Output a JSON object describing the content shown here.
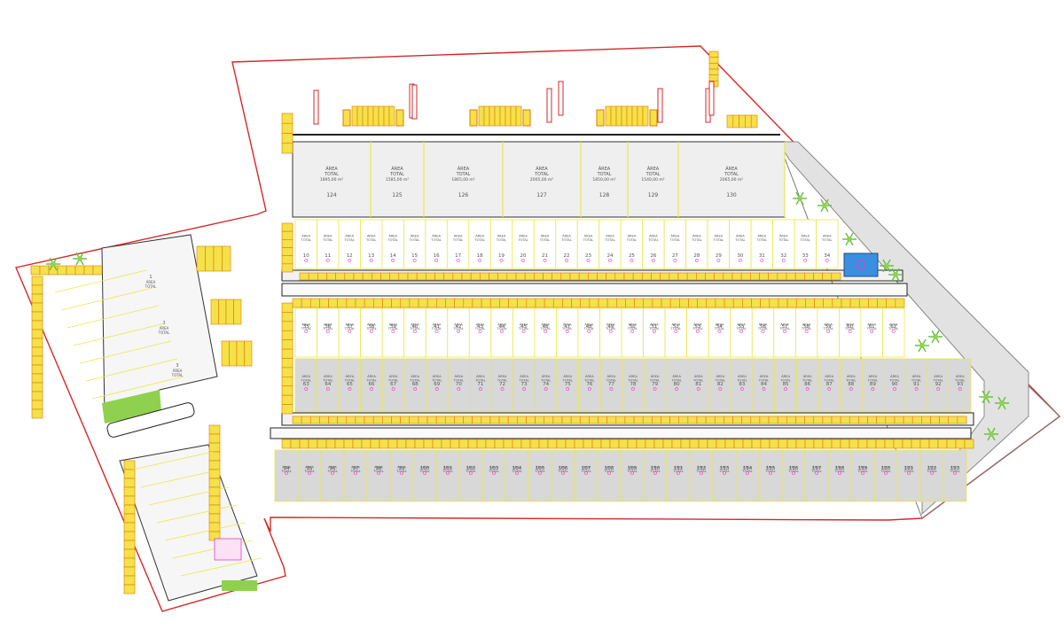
{
  "plan": {
    "area_label": "ÁREA",
    "total_label": "TOTAL",
    "large_units": [
      {
        "number": "124",
        "area": "1895,00 m²"
      },
      {
        "number": "125",
        "area": "1585,00 m²"
      },
      {
        "number": "126",
        "area": "1865,00 m²"
      },
      {
        "number": "127",
        "area": "2005,00 m²"
      },
      {
        "number": "128",
        "area": "1850,00 m²"
      },
      {
        "number": "129",
        "area": "1540,00 m²"
      },
      {
        "number": "130",
        "area": "2065,00 m²"
      }
    ],
    "row_a": [
      "10",
      "11",
      "12",
      "13",
      "14",
      "15",
      "16",
      "17",
      "18",
      "19",
      "20",
      "21",
      "22",
      "23",
      "24",
      "25",
      "26",
      "27",
      "28",
      "29",
      "30",
      "31",
      "32",
      "33",
      "34"
    ],
    "row_b": [
      "35",
      "36",
      "37",
      "38",
      "39",
      "40",
      "41",
      "42",
      "43",
      "44",
      "45",
      "46",
      "47",
      "48",
      "49",
      "50",
      "51",
      "52",
      "53",
      "54",
      "55",
      "56",
      "57",
      "58",
      "59",
      "60",
      "61",
      "62"
    ],
    "row_c": [
      "63",
      "64",
      "65",
      "66",
      "67",
      "68",
      "69",
      "70",
      "71",
      "72",
      "73",
      "74",
      "75",
      "76",
      "77",
      "78",
      "79",
      "80",
      "81",
      "82",
      "83",
      "84",
      "85",
      "86",
      "87",
      "88",
      "89",
      "90",
      "91",
      "92",
      "93"
    ],
    "row_d": [
      "94",
      "95",
      "96",
      "97",
      "98",
      "99",
      "100",
      "101",
      "102",
      "103",
      "104",
      "105",
      "106",
      "107",
      "108",
      "109",
      "110",
      "111",
      "112",
      "113",
      "114",
      "115",
      "116",
      "117",
      "118",
      "119",
      "120",
      "121",
      "122",
      "123"
    ],
    "west_units": [
      "1",
      "2",
      "3"
    ],
    "colors": {
      "boundary": "#d62828",
      "parking": "#f5e14a",
      "parking_stroke": "#e07b00",
      "unit_line": "#e8e84a",
      "shaded": "#d8d8d8",
      "lane": "#222222",
      "green": "#8fd14f",
      "court": "#3a8fe0",
      "accent": "#e040c0"
    }
  }
}
